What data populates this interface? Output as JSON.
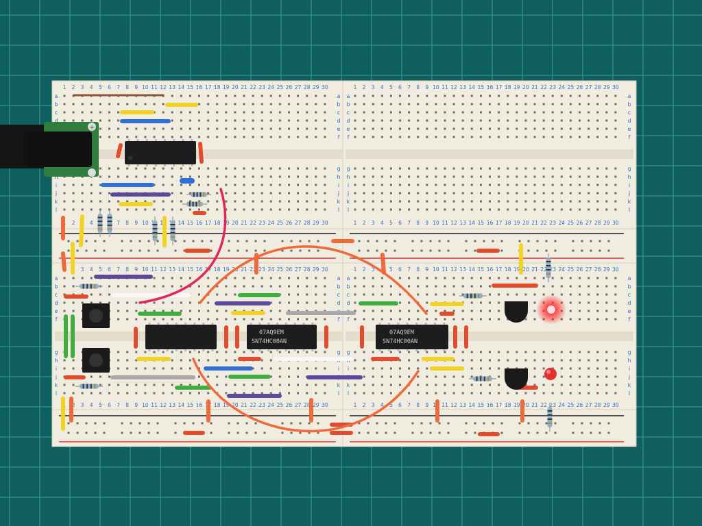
{
  "colors": {
    "mat": "#0f5f60",
    "mat_line": "#2f8a86",
    "board": "#f1ece0",
    "board_edge": "#d8d0bd",
    "hole": "#6f6a62",
    "label": "#2d6fc4",
    "rail_red": "#d33030",
    "rail_black": "#1c1c1c",
    "chip": "#1d1d1f"
  },
  "column_numbers": [
    "1",
    "2",
    "3",
    "4",
    "5",
    "6",
    "7",
    "8",
    "9",
    "10",
    "11",
    "12",
    "13",
    "14",
    "15",
    "16",
    "17",
    "18",
    "19",
    "20",
    "21",
    "22",
    "23",
    "24",
    "25",
    "26",
    "27",
    "28",
    "29",
    "30"
  ],
  "row_letters_top": [
    "a",
    "b",
    "c",
    "d",
    "e",
    "f"
  ],
  "row_letters_bottom": [
    "g",
    "h",
    "i",
    "j",
    "k",
    "l"
  ],
  "chips": [
    {
      "name": "chip-top-left",
      "text": ""
    },
    {
      "name": "chip-middle-left",
      "text": ""
    },
    {
      "name": "chip-middle-center",
      "text": "SN74HC00AN"
    },
    {
      "name": "chip-middle-right",
      "text": "SN74HC00AN"
    }
  ],
  "chip_codes": [
    "07AQ9EM",
    "07AQ9EM"
  ],
  "components": {
    "dc_jack": "dc-jack-module",
    "buttons": [
      "push-button-1",
      "push-button-2"
    ],
    "led_lit": "red-led-lit",
    "led_unlit": "red-led-unlit",
    "transistors": [
      "transistor-1",
      "transistor-2"
    ]
  },
  "wire_colors": {
    "red": "#e24b2b",
    "orange": "#ef6a3a",
    "yellow": "#f1d322",
    "blue": "#2f6fd8",
    "green": "#3fae3f",
    "purple": "#5b4a9a",
    "white": "#f7f7f7",
    "gray": "#a9a9a9",
    "brown": "#8a5a3a",
    "magenta": "#e0275a"
  }
}
